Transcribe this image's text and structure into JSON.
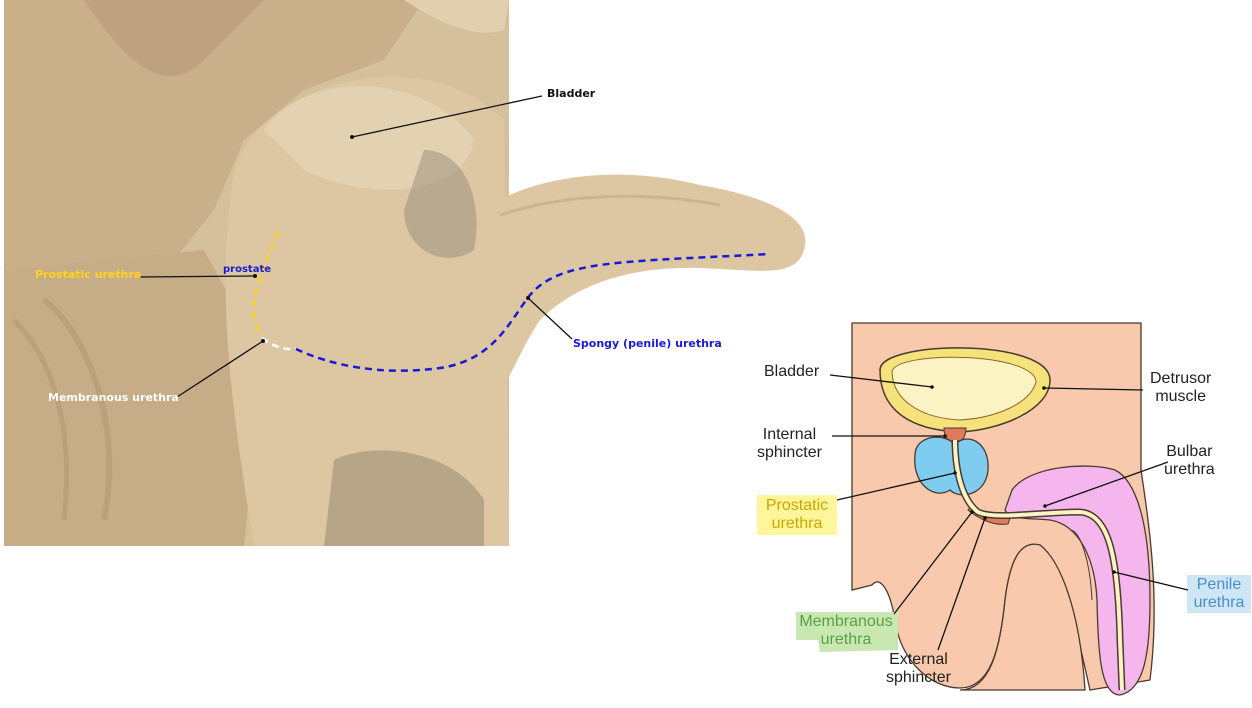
{
  "photo": {
    "labels": {
      "bladder": "Bladder",
      "prostate": "prostate",
      "prostatic_urethra": "Prostatic urethra",
      "membranous_urethra": "Membranous urethra",
      "spongy_urethra": "Spongy (penile) urethra"
    },
    "colors": {
      "prostatic": "#ffd21f",
      "membranous": "#ffffff",
      "spongy": "#1a1ad6",
      "bladder": "#111111"
    }
  },
  "diagram": {
    "labels": {
      "bladder": "Bladder",
      "detrusor_line1": "Detrusor",
      "detrusor_line2": "muscle",
      "internal_line1": "Internal",
      "internal_line2": "sphincter",
      "bulbar_line1": "Bulbar",
      "bulbar_line2": "urethra",
      "prostatic_line1": "Prostatic",
      "prostatic_line2": "urethra",
      "penile_line1": "Penile",
      "penile_line2": "urethra",
      "membranous_line1": "Membranous",
      "membranous_line2": "urethra",
      "external_line1": "External",
      "external_line2": "sphincter"
    },
    "colors": {
      "skin": "#f8c9ac",
      "bladder_wall": "#f6e27a",
      "bladder_lumen": "#fbf3c4",
      "prostate": "#7ecdf0",
      "penis": "#f5b6ee",
      "prostatic_highlight": "#fff59a",
      "penile_highlight": "#cfe6f7",
      "membranous_highlight": "#c9e8b1",
      "prostatic_text": "#c9a800",
      "penile_text": "#4a8fc8",
      "membranous_text": "#5aa04a"
    }
  }
}
